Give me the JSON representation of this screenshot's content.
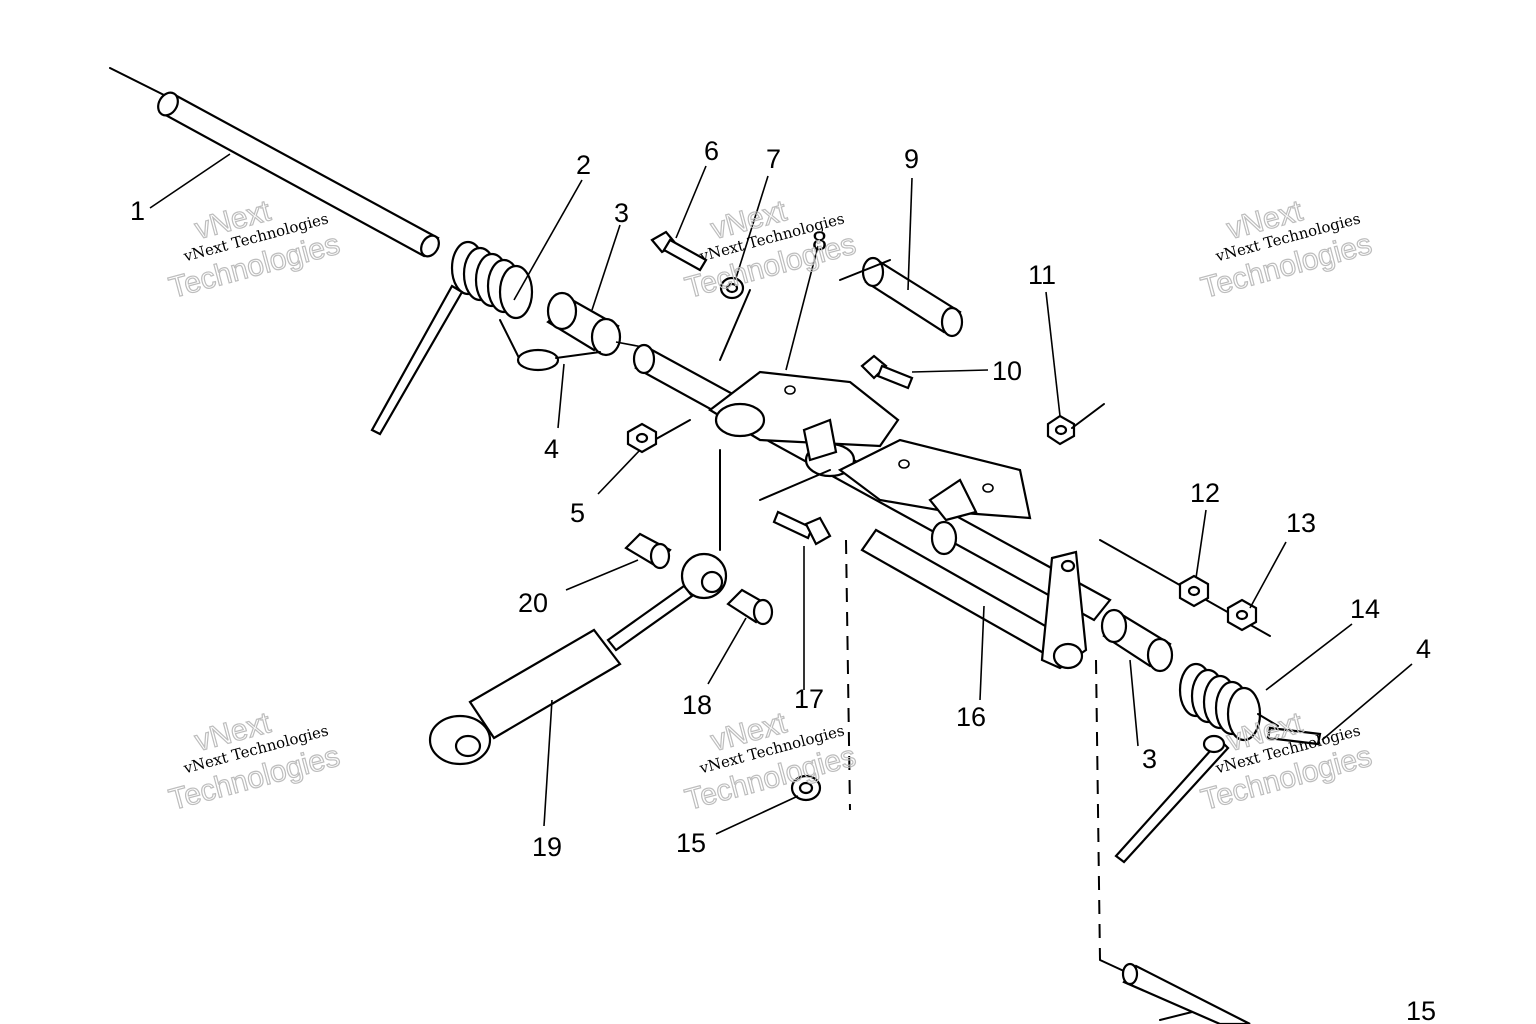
{
  "callouts": {
    "c1": "1",
    "c2": "2",
    "c3a": "3",
    "c3b": "3",
    "c4a": "4",
    "c4b": "4",
    "c5": "5",
    "c6": "6",
    "c7": "7",
    "c8": "8",
    "c9": "9",
    "c10": "10",
    "c11": "11",
    "c12": "12",
    "c13": "13",
    "c14": "14",
    "c15a": "15",
    "c15b": "15",
    "c16": "16",
    "c17": "17",
    "c18": "18",
    "c19": "19",
    "c20": "20"
  },
  "watermark": {
    "line1": "vNext",
    "line2": "vNext Technologies",
    "line3": "Technologies"
  }
}
